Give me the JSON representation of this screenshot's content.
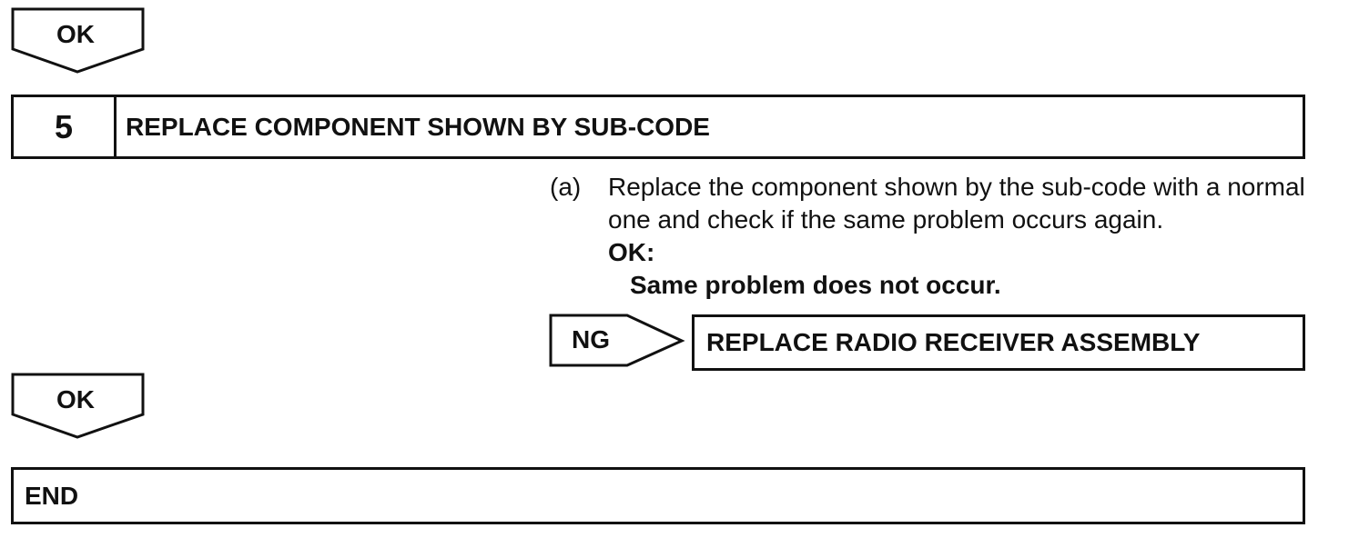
{
  "flow": {
    "ok_top_label": "OK",
    "step": {
      "number": "5",
      "title": "REPLACE COMPONENT SHOWN BY SUB-CODE"
    },
    "instruction": {
      "marker": "(a)",
      "text": "Replace the component shown by the sub-code with a normal one and check if the same problem occurs again.",
      "ok_label": "OK:",
      "ok_result": "Same problem does not occur."
    },
    "ng": {
      "label": "NG",
      "action": "REPLACE RADIO RECEIVER ASSEMBLY"
    },
    "ok_bottom_label": "OK",
    "end_label": "END"
  }
}
